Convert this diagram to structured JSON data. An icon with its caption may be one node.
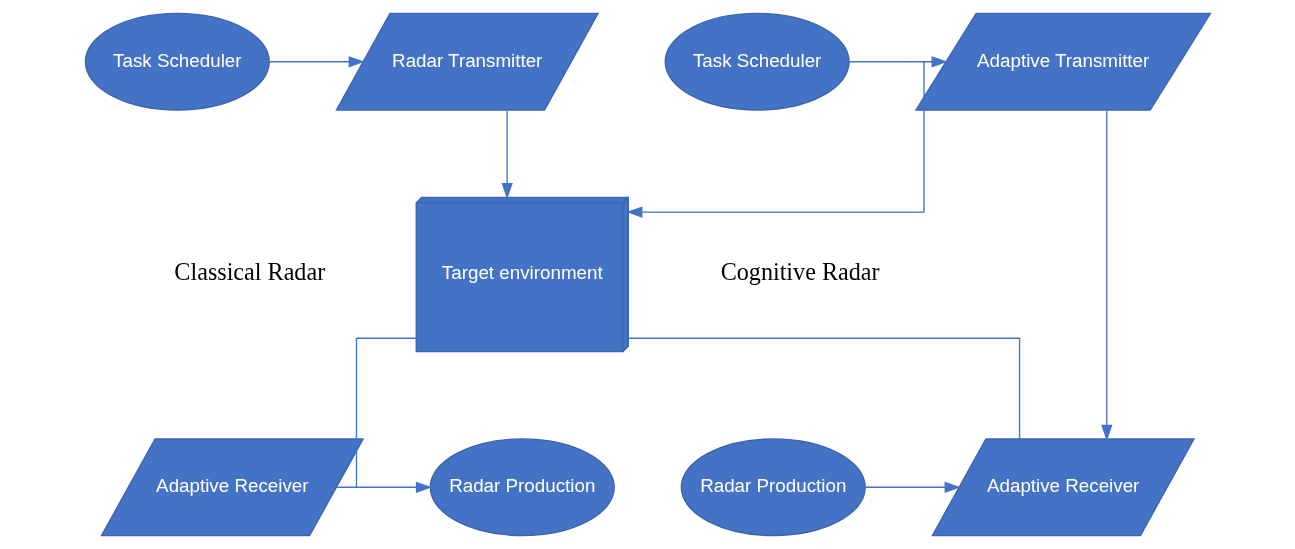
{
  "diagram": {
    "nodes": [
      {
        "text": [
          "Task Scheduler"
        ]
      },
      {
        "text": [
          "Radar Transmitter"
        ]
      },
      {
        "text": [
          "Adaptive Transmitter"
        ]
      },
      {
        "text": [
          "Task Scheduler"
        ]
      },
      {
        "text": [
          "Target environment"
        ]
      },
      {
        "text": [
          "Radar Production"
        ]
      },
      {
        "text": [
          "Adaptive Receiver"
        ]
      },
      {
        "text": [
          "Adaptive Receiver"
        ]
      },
      {
        "text": [
          "Radar Production"
        ]
      }
    ],
    "edges": [
      {
        "from": 0,
        "to": 1,
        "arrow": "to"
      },
      {
        "from": 1,
        "to": 4,
        "arrow": "to"
      },
      {
        "from": 2,
        "to": 4,
        "arrow": "to"
      },
      {
        "from": 3,
        "to": 2,
        "arrow": "to"
      },
      {
        "from": 2,
        "to": 7,
        "arrow": "to"
      },
      {
        "from": 4,
        "to": 6,
        "arrow": "none"
      },
      {
        "from": 4,
        "to": 7,
        "arrow": "none"
      },
      {
        "from": 6,
        "to": 5,
        "arrow": "to"
      },
      {
        "from": 8,
        "to": 7,
        "arrow": "to"
      }
    ],
    "labels": [
      "Classical Radar",
      "Cognitive Radar"
    ]
  }
}
